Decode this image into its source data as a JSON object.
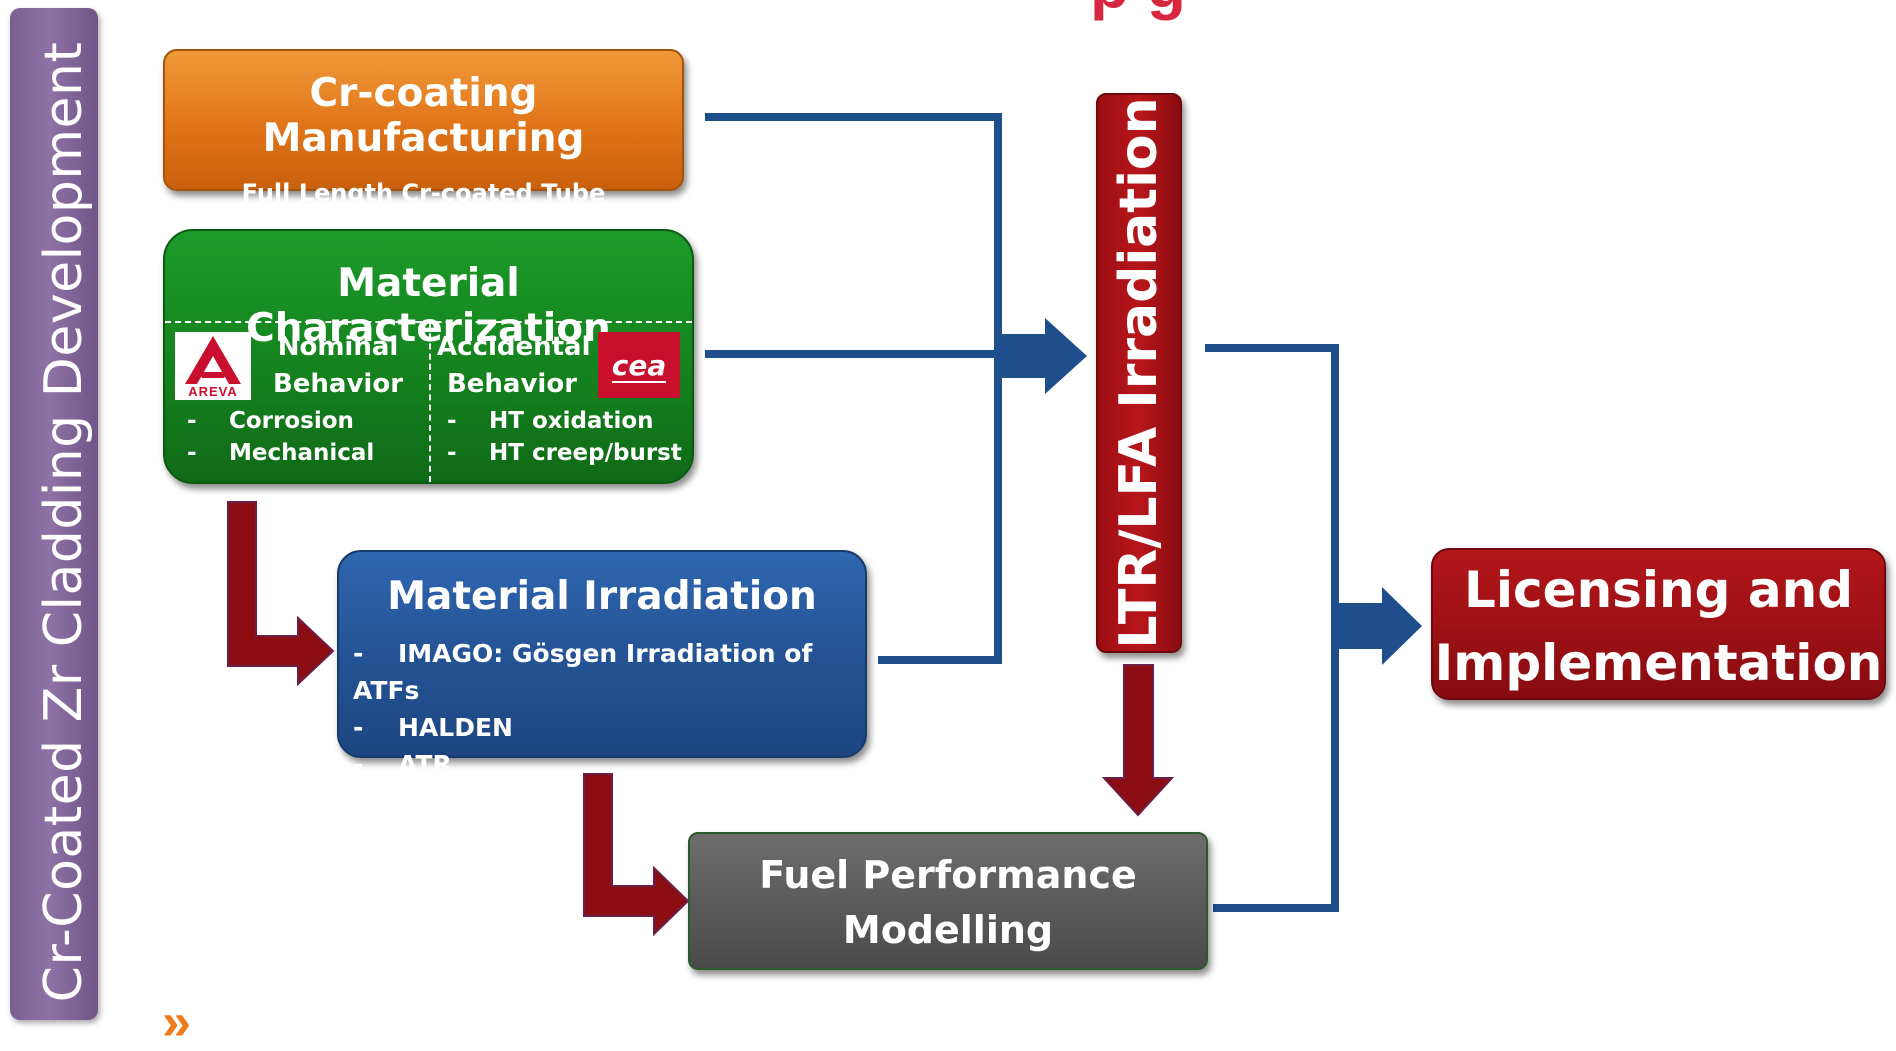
{
  "title_fragment": "p  g",
  "sidebar": {
    "label": "Cr-Coated Zr Cladding Development"
  },
  "manufacturing": {
    "title": "Cr-coating Manufacturing",
    "subtitle": "Full Length Cr-coated Tube Fabrication"
  },
  "characterization": {
    "title": "Material Characterization",
    "nominal": {
      "heading_1": "Nominal",
      "heading_2": "Behavior",
      "items": [
        "Corrosion",
        "Mechanical"
      ]
    },
    "accidental": {
      "heading_1": "Accidental",
      "heading_2": "Behavior",
      "items": [
        "HT oxidation",
        "HT creep/burst"
      ]
    },
    "logos": {
      "left_text": "AREVA",
      "right_text": "cea"
    }
  },
  "irradiation": {
    "title": "Material Irradiation",
    "items": [
      "IMAGO: Gösgen Irradiation of ATFs",
      "HALDEN",
      "ATR"
    ]
  },
  "ltr": {
    "label": "LTR/LFA Irradiation"
  },
  "fuel": {
    "line1": "Fuel Performance",
    "line2": "Modelling"
  },
  "licensing": {
    "line1": "Licensing and",
    "line2": "Implementation"
  },
  "bullet_dash": "-",
  "colors": {
    "sidebar": "#7b5f92",
    "manufacturing": "#e07418",
    "characterization": "#14801d",
    "irradiation": "#235293",
    "ltr": "#b0141a",
    "fuel": "#595959",
    "licensing": "#a31217",
    "blue_connector": "#1f4e8c",
    "red_arrow": "#8b0d12"
  }
}
